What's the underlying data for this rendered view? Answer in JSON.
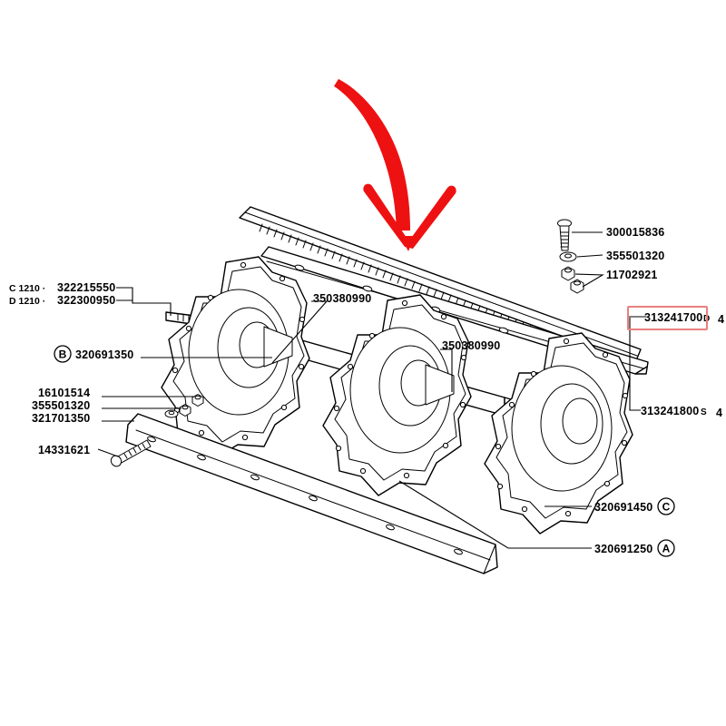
{
  "diagram": {
    "title": "Rotary cutter disc shaft assembly exploded parts diagram",
    "background_color": "#ffffff",
    "line_color": "#000000",
    "highlight_color": "#ee1111",
    "highlight_box_color": "#e8807f"
  },
  "annotation": {
    "type": "curved-arrow",
    "color": "#ee1111",
    "direction": "down",
    "points_at": "serrated-blade-bar",
    "highlight_box": {
      "target_label": "313241700",
      "border_color": "#e8807f"
    }
  },
  "labels": {
    "top_left": [
      {
        "prefix": "C 1210 ·",
        "number": "322215550"
      },
      {
        "prefix": "D 1210 ·",
        "number": "322300950"
      }
    ],
    "left": [
      {
        "circle": "B",
        "number": "320691350"
      },
      {
        "circle": "",
        "number": "16101514"
      },
      {
        "circle": "",
        "number": "355501320"
      },
      {
        "circle": "",
        "number": "321701350"
      },
      {
        "circle": "",
        "number": "14331621"
      }
    ],
    "center": [
      {
        "number": "350380990"
      },
      {
        "number": "350380990"
      }
    ],
    "top_right": [
      {
        "number": "300015836"
      },
      {
        "number": "355501320"
      },
      {
        "number": "11702921"
      }
    ],
    "right": [
      {
        "number": "313241700",
        "suffix": "D",
        "boxed": true
      },
      {
        "number": "313241800",
        "suffix": "S",
        "boxed": false
      }
    ],
    "bottom_right": [
      {
        "number": "320691450",
        "circle": "C"
      },
      {
        "number": "320691250",
        "circle": "A"
      }
    ]
  }
}
